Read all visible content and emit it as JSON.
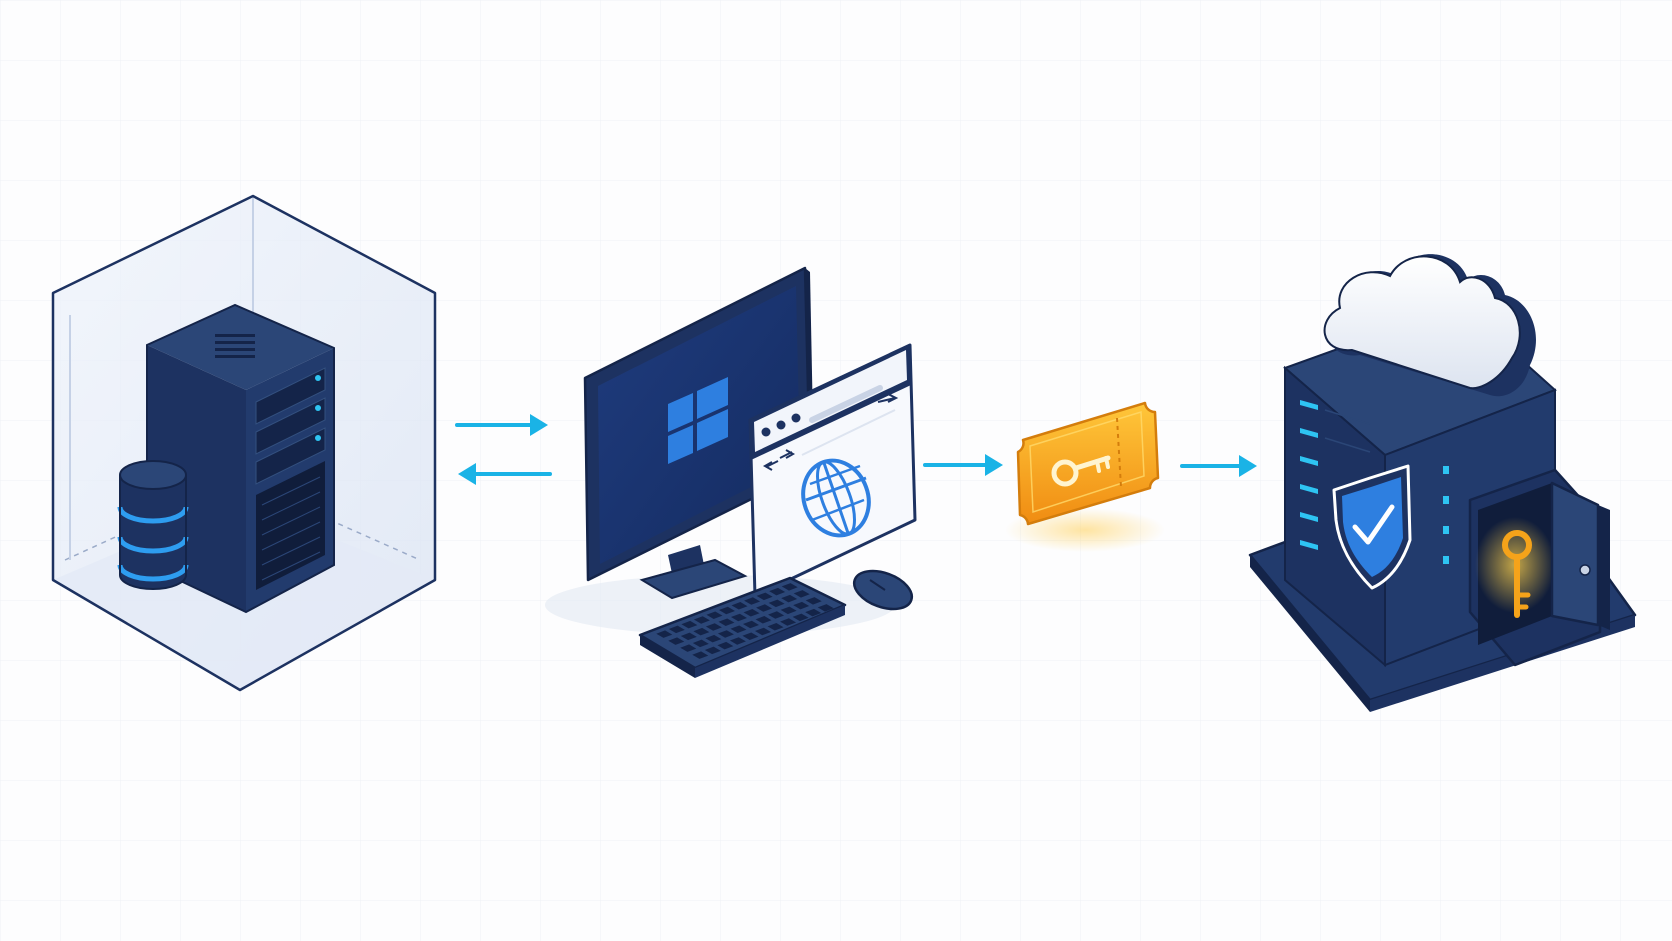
{
  "colors": {
    "navy": "#1d3261",
    "navy_dark": "#142449",
    "navy_light": "#2b4677",
    "accent_cyan": "#1ab3e6",
    "accent_blue": "#2e7fe0",
    "gold": "#f5a31a",
    "gold_light": "#ffc73a",
    "glass": "#dfe7f6",
    "cloud": "#eef2f9",
    "background": "#fdfdfe"
  },
  "nodes": [
    {
      "id": "on-prem-server",
      "icons": [
        "isolated-enclosure-icon",
        "server-tower-icon",
        "database-icon"
      ]
    },
    {
      "id": "client-workstation",
      "icons": [
        "desktop-monitor-icon",
        "windows-logo-icon",
        "browser-window-icon",
        "globe-icon",
        "keyboard-icon",
        "mouse-icon"
      ]
    },
    {
      "id": "access-ticket",
      "icons": [
        "ticket-icon",
        "key-icon"
      ]
    },
    {
      "id": "secure-cloud-vault",
      "icons": [
        "cloud-icon",
        "server-rack-icon",
        "shield-check-icon",
        "vault-icon",
        "key-icon"
      ]
    }
  ],
  "connectors": [
    {
      "from": "on-prem-server",
      "to": "client-workstation",
      "style": "bidirectional"
    },
    {
      "from": "client-workstation",
      "to": "access-ticket",
      "style": "forward"
    },
    {
      "from": "access-ticket",
      "to": "secure-cloud-vault",
      "style": "forward"
    }
  ]
}
